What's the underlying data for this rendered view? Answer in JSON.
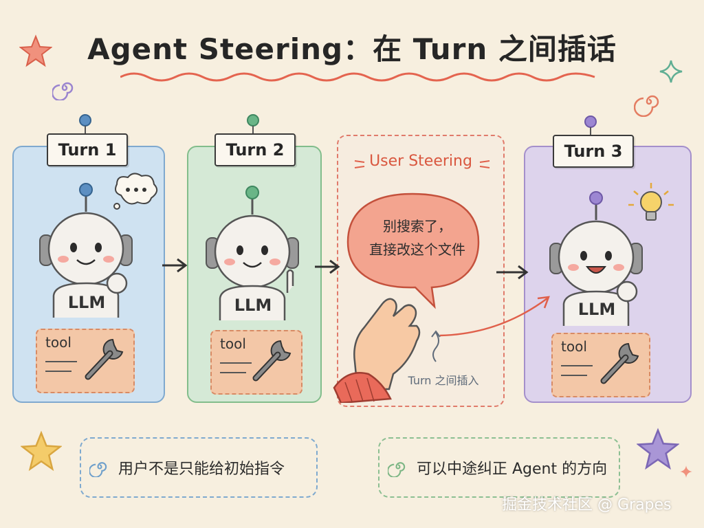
{
  "title": "Agent Steering：在 Turn 之间插话",
  "turns": [
    {
      "label": "Turn 1",
      "llm": "LLM",
      "tool": "tool"
    },
    {
      "label": "Turn 2",
      "llm": "LLM",
      "tool": "tool"
    },
    {
      "label": "Turn 3",
      "llm": "LLM",
      "tool": "tool"
    }
  ],
  "steering": {
    "label": "User Steering",
    "bubble_line1": "别搜索了，",
    "bubble_line2": "直接改这个文件",
    "insert_note": "Turn 之间插入"
  },
  "notes": {
    "left": "用户不是只能给初始指令",
    "right": "可以中途纠正 Agent 的方向"
  },
  "watermark": "掘金技术社区 @ Grapes",
  "colors": {
    "background": "#f7efdf",
    "turn1": "#cfe2f1",
    "turn2": "#d5e9d6",
    "steer": "#e07a6a",
    "turn3": "#ddd3ec",
    "tool": "#f3c7a7"
  },
  "icons": [
    "pushpin-icon",
    "robot-icon",
    "thought-bubble-icon",
    "wrench-icon",
    "lightbulb-icon",
    "hand-icon",
    "star-icon",
    "swirl-icon",
    "sparkle-icon"
  ]
}
